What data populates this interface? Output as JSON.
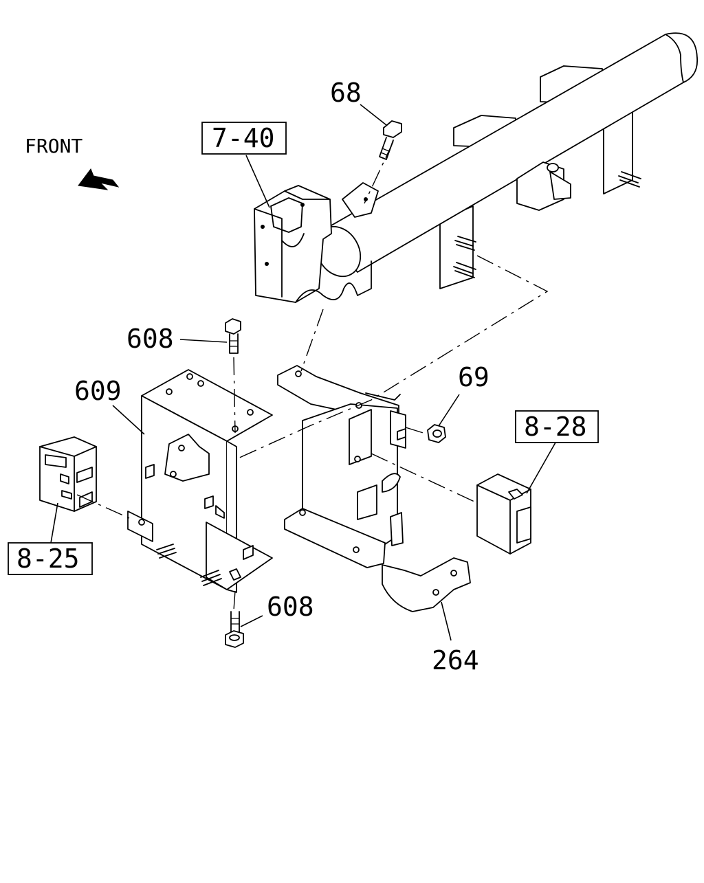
{
  "direction_label": "FRONT",
  "callouts": {
    "ref_7_40": "7-40",
    "part_68": "68",
    "part_608_top": "608",
    "part_609": "609",
    "part_69": "69",
    "ref_8_28": "8-28",
    "ref_8_25": "8-25",
    "part_608_bottom": "608",
    "part_264": "264"
  }
}
